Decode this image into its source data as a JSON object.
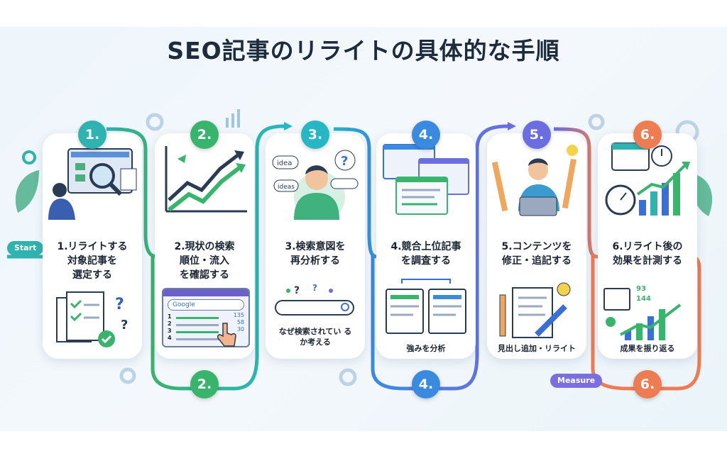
{
  "title": "SEO記事のリライトの具体的な手順",
  "start_label": "Start",
  "measure_label": "Measure",
  "steps": [
    {
      "number": "1.",
      "label": "1.リライトする\n対象記事を\n選定する",
      "sub": "",
      "color": "#2fb3b0",
      "icon": "monitor-magnifier-icon"
    },
    {
      "number": "2.",
      "label": "2.現状の検索\n順位・流入\nを確認する",
      "sub": "",
      "color": "#38b46c",
      "icon": "rising-chart-icon",
      "google": "Google",
      "ranks": [
        "1",
        "2",
        "3",
        "4"
      ],
      "counts": [
        "135",
        "58",
        "30"
      ]
    },
    {
      "number": "3.",
      "label": "3.検索意図を\n再分析する",
      "sub": "なぜ検索されてい る\nか考える",
      "color": "#25b7c4",
      "icon": "thinking-person-icon",
      "bubbles": [
        "idea",
        "ideas"
      ]
    },
    {
      "number": "4.",
      "label": "4.競合上位記事\nを調査する",
      "sub": "強みを分析",
      "color": "#3a8be0",
      "icon": "stacked-pages-icon"
    },
    {
      "number": "5.",
      "label": "5.コンテンツを\n修正・追記する",
      "sub": "見出し追加・リライト",
      "color": "#6a6ee0",
      "icon": "writer-laptop-icon"
    },
    {
      "number": "6.",
      "label": "6.リライト後の\n効果を計測する",
      "sub": "成果を振り返る",
      "color": "#ee7c52",
      "icon": "stopwatch-chart-icon",
      "counts": [
        "93",
        "144"
      ]
    }
  ],
  "bottom_badges": [
    "2.",
    "4.",
    "6."
  ],
  "colors": {
    "step1": "#2fb3b0",
    "step2": "#38b46c",
    "step3": "#25b7c4",
    "step4": "#3a8be0",
    "step5": "#6a6ee0",
    "step6": "#ee7c52"
  }
}
